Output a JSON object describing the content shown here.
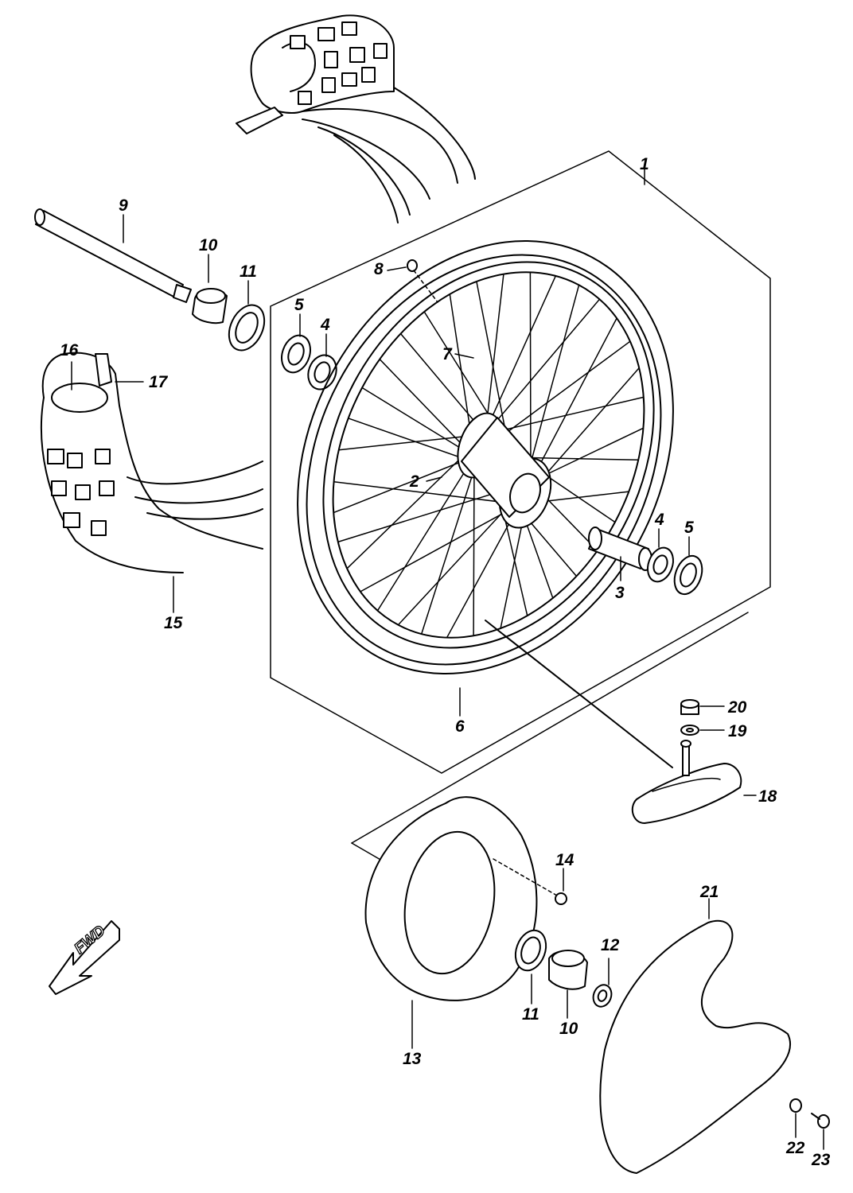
{
  "diagram": {
    "direction_label": "FWD",
    "parts": [
      {
        "id": "p1",
        "ref": "1"
      },
      {
        "id": "p2",
        "ref": "2"
      },
      {
        "id": "p3",
        "ref": "3"
      },
      {
        "id": "p4a",
        "ref": "4"
      },
      {
        "id": "p4b",
        "ref": "4"
      },
      {
        "id": "p5a",
        "ref": "5"
      },
      {
        "id": "p5b",
        "ref": "5"
      },
      {
        "id": "p6",
        "ref": "6"
      },
      {
        "id": "p7",
        "ref": "7"
      },
      {
        "id": "p8",
        "ref": "8"
      },
      {
        "id": "p9",
        "ref": "9"
      },
      {
        "id": "p10a",
        "ref": "10"
      },
      {
        "id": "p10b",
        "ref": "10"
      },
      {
        "id": "p11a",
        "ref": "11"
      },
      {
        "id": "p11b",
        "ref": "11"
      },
      {
        "id": "p12",
        "ref": "12"
      },
      {
        "id": "p13",
        "ref": "13"
      },
      {
        "id": "p14",
        "ref": "14"
      },
      {
        "id": "p15",
        "ref": "15"
      },
      {
        "id": "p16",
        "ref": "16"
      },
      {
        "id": "p17",
        "ref": "17"
      },
      {
        "id": "p18",
        "ref": "18"
      },
      {
        "id": "p19",
        "ref": "19"
      },
      {
        "id": "p20",
        "ref": "20"
      },
      {
        "id": "p21",
        "ref": "21"
      },
      {
        "id": "p22",
        "ref": "22"
      },
      {
        "id": "p23",
        "ref": "23"
      }
    ]
  }
}
